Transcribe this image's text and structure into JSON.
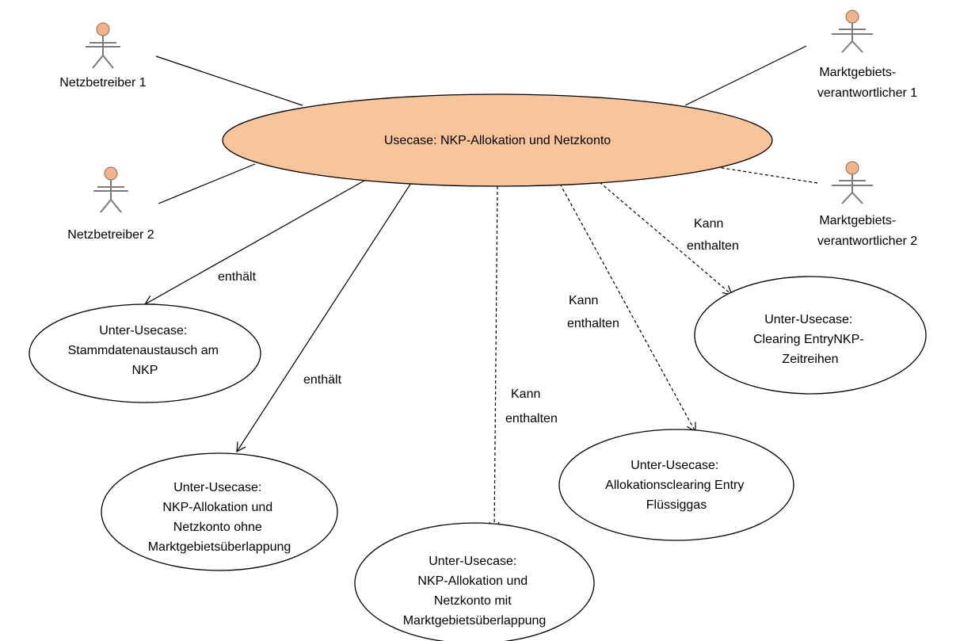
{
  "actors": {
    "netzbetreiber1": "Netzbetreiber 1",
    "netzbetreiber2": "Netzbetreiber 2",
    "mgv1": [
      "Marktgebiets-",
      "verantwortlicher 1"
    ],
    "mgv2": [
      "Marktgebiets-",
      "verantwortlicher 2"
    ]
  },
  "main_usecase": "Usecase: NKP-Allokation und Netzkonto",
  "sub_usecases": {
    "stammdaten": [
      "Unter-Usecase:",
      "Stammdatenaustausch am",
      "NKP"
    ],
    "ohne": [
      "Unter-Usecase:",
      "NKP-Allokation und",
      "Netzkonto ohne",
      "Marktgebietsüberlappung"
    ],
    "mit": [
      "Unter-Usecase:",
      "NKP-Allokation und",
      "Netzkonto mit",
      "Marktgebietsüberlappung"
    ],
    "fluessiggas": [
      "Unter-Usecase:",
      "Allokationsclearing Entry",
      "Flüssiggas"
    ],
    "clearing": [
      "Unter-Usecase:",
      "Clearing EntryNKP-",
      "Zeitreihen"
    ]
  },
  "edge_labels": {
    "enthaelt1": "enthält",
    "enthaelt2": "enthält",
    "kann_mit": [
      "Kann",
      "enthalten"
    ],
    "kann_fluessig": [
      "Kann",
      "enthalten"
    ],
    "kann_clearing": [
      "Kann",
      "enthalten"
    ]
  },
  "colors": {
    "main_usecase_fill": "#f8c49a",
    "actor_head": "#f2b48c"
  }
}
